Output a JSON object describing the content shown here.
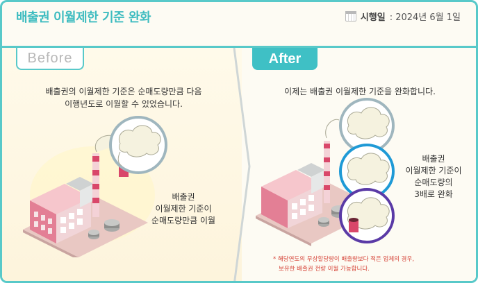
{
  "header": {
    "title": "배출권 이월제한 기준 완화",
    "date_label": "시행일",
    "date_value": ": 2024년 6월 1일",
    "calendar_icon": "calendar-icon"
  },
  "before": {
    "tag": "Before",
    "description_line1": "배출권의 이월제한 기준은 순매도량만큼 다음",
    "description_line2": "이행년도로 이월할 수 있었습니다.",
    "label_line1": "배출권",
    "label_line2": "이월제한 기준이",
    "label_line3": "순매도량만큼 이월"
  },
  "after": {
    "tag": "After",
    "description": "이제는 배출권 이월제한 기준을 완화합니다.",
    "label_line1": "배출권",
    "label_line2": "이월제한 기준이",
    "label_line3": "순매도량의",
    "label_line4": "3배로 완화",
    "note_line1": "해당연도의 무상할당량이 배출량보다 적은 업체의 경우,",
    "note_line2": "보유한 배출권 전량 이월 가능합니다.",
    "note_marker": "*"
  },
  "colors": {
    "accent": "#3fc0c5",
    "circle_gray": "#9fb6be",
    "circle_blue": "#1f9ad6",
    "circle_purple": "#5a3aa6",
    "note_red": "#d6453a",
    "chimney_red": "#d9476a"
  }
}
